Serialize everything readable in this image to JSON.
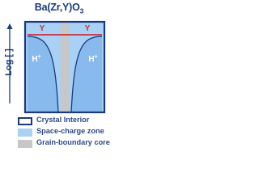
{
  "title": "Ba(Zr,Y)O",
  "title_subscript": "3",
  "y_axis_label": "Log [ ]",
  "labels": {
    "dopant_left": "Y",
    "dopant_right": "Y",
    "proton_left": "H",
    "proton_right": "H",
    "charge_sup": "+"
  },
  "legend": [
    {
      "label": "Crystal Interior",
      "color": "#ffffff",
      "border": "#1a3a7a"
    },
    {
      "label": "Space-charge zone",
      "color": "#a9d0f5",
      "border": "#a9d0f5"
    },
    {
      "label": "Grain-boundary core",
      "color": "#c7c7c7",
      "border": "#c7c7c7"
    }
  ],
  "colors": {
    "frame": "#1a3a7a",
    "space_charge": "#a9d0f5",
    "gb_core": "#c7c7c7",
    "dopant_line": "#c8323c",
    "proton_curve": "#1a3a7a",
    "proton_fill": "#6fa8e8",
    "axis_arrow": "#1a3a7a"
  }
}
